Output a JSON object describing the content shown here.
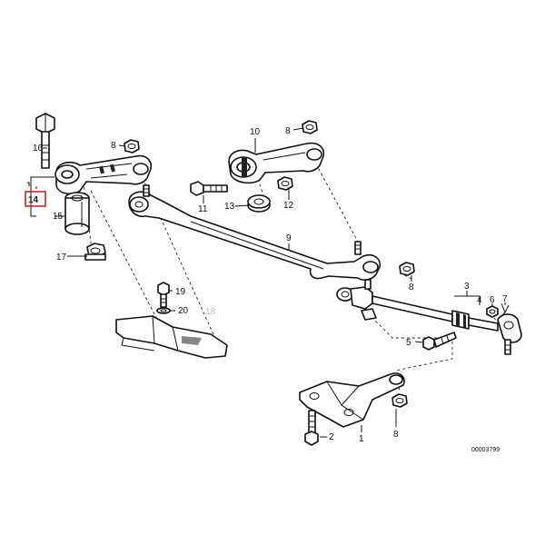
{
  "diagram": {
    "code": "00003799",
    "highlight_color": "#d32020",
    "callouts": {
      "c1": "1",
      "c2": "2",
      "c3": "3",
      "c4": "4",
      "c5": "5",
      "c6": "6",
      "c7": "7",
      "c8a": "8",
      "c8b": "8",
      "c8c": "8",
      "c8d": "8",
      "c9": "9",
      "c10": "10",
      "c11": "11",
      "c12": "12",
      "c13": "13",
      "c14": "14",
      "c15": "15",
      "c16": "16",
      "c17": "17",
      "c18": "18",
      "c19": "19",
      "c20": "20"
    }
  }
}
